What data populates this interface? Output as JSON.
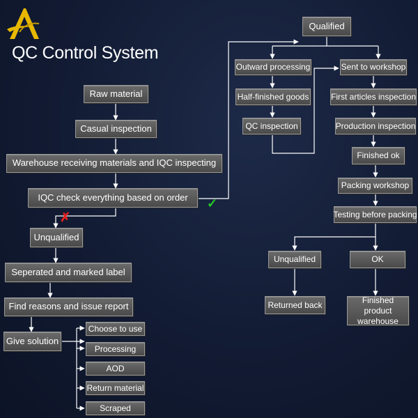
{
  "header": {
    "logo_letter": "A",
    "title": "QC Control System"
  },
  "colors": {
    "background": "#121b33",
    "box": "#555555",
    "line": "#ffffff",
    "check": "#22cc22",
    "cross": "#e02020",
    "logo": "#e8b800"
  },
  "left_flow": {
    "raw_material": "Raw material",
    "casual_inspection": "Casual inspection",
    "warehouse_receiving": "Warehouse receiving materials and IQC inspecting",
    "iqc_check": "IQC check everything based on order",
    "unqualified": "Unqualified",
    "separated": "Seperated and marked label",
    "find_reasons": "Find reasons and issue report",
    "give_solution": "Give solution",
    "solutions": [
      "Choose to use",
      "Processing",
      "AOD",
      "Return material",
      "Scraped"
    ]
  },
  "markers": {
    "check": "✓",
    "cross": "✗"
  },
  "right_flow": {
    "qualified": "Qualified",
    "outward_processing": "Outward processing",
    "half_finished": "Half-finished goods",
    "qc_inspection": "QC inspection",
    "sent_to_workshop": "Sent to workshop",
    "first_articles": "First articles inspection",
    "production_inspection": "Production inspection",
    "finished_ok": "Finished ok",
    "packing_workshop": "Packing workshop",
    "testing_before_packing": "Testing before packing",
    "unqualified": "Unqualified",
    "ok": "OK",
    "returned_back": "Returned back",
    "finished_warehouse": "Finished product warehouse"
  }
}
